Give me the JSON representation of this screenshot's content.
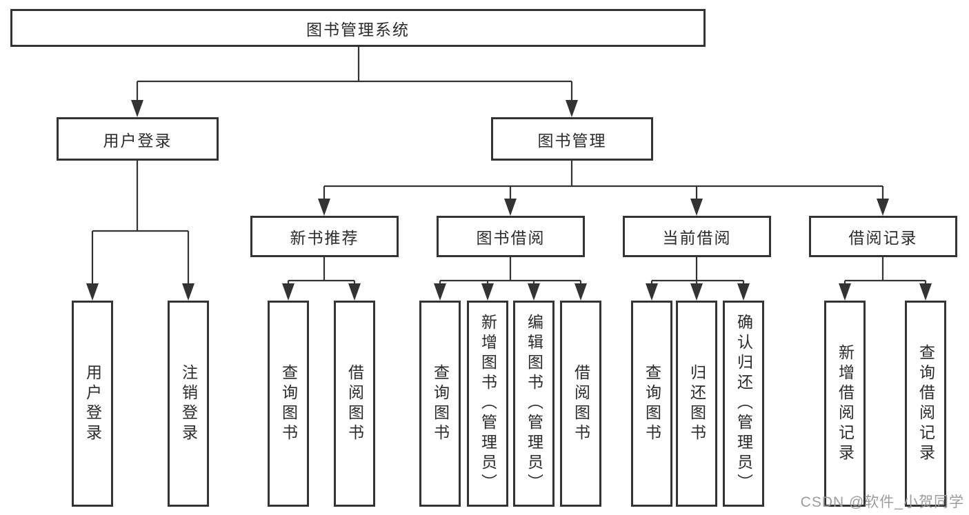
{
  "tree": {
    "root": {
      "label": "图书管理系统"
    },
    "branches": [
      {
        "label": "用户登录",
        "children": [
          {
            "label": "用户登录"
          },
          {
            "label": "注销登录"
          }
        ]
      },
      {
        "label": "图书管理",
        "sections": [
          {
            "label": "新书推荐",
            "children": [
              {
                "label": "查询图书"
              },
              {
                "label": "借阅图书"
              }
            ]
          },
          {
            "label": "图书借阅",
            "children": [
              {
                "label": "查询图书"
              },
              {
                "label": "新增图书（管理员）"
              },
              {
                "label": "编辑图书（管理员）"
              },
              {
                "label": "借阅图书"
              }
            ]
          },
          {
            "label": "当前借阅",
            "children": [
              {
                "label": "查询图书"
              },
              {
                "label": "归还图书"
              },
              {
                "label": "确认归还（管理员）"
              }
            ]
          },
          {
            "label": "借阅记录",
            "children": [
              {
                "label": "新增借阅记录"
              },
              {
                "label": "查询借阅记录"
              }
            ]
          }
        ]
      }
    ]
  },
  "watermark": {
    "text": "CSDN @软件_小贺同学"
  },
  "colors": {
    "line": "#333333",
    "box_border": "#333333",
    "text": "#2b2b2b",
    "watermark": "#9c9c9c",
    "background": "#ffffff"
  }
}
